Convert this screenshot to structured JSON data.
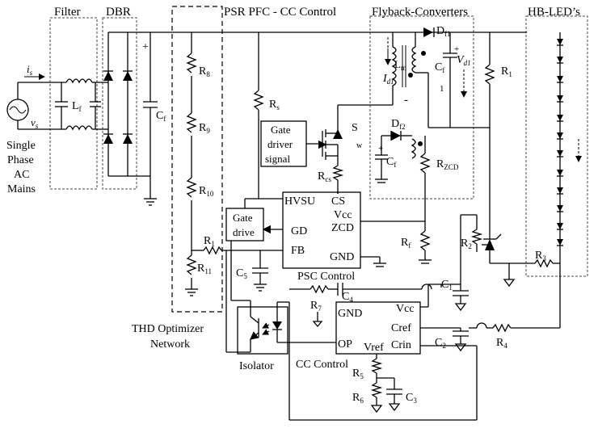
{
  "blocks": {
    "filter": "Filter",
    "dbr": "DBR",
    "psr": "PSR PFC - CC Control",
    "flyback": "Flyback-Converters",
    "hbled": "HB-LED’s",
    "thd_line1": "THD Optimizer",
    "thd_line2": "Network",
    "psc": "PSC Control",
    "cc": "CC Control",
    "isolator": "Isolator"
  },
  "source": {
    "line1": "Single",
    "line2": "Phase",
    "line3": "AC",
    "line4": "Mains",
    "is": "i",
    "is_sub": "s",
    "vs": "v",
    "vs_sub": "s"
  },
  "components": {
    "lf": "L",
    "lf_sub": "f",
    "cf_dbr": "C",
    "cf_dbr_sub": "f",
    "r8": "R",
    "r8_sub": "8",
    "r9": "R",
    "r9_sub": "9",
    "r10": "R",
    "r10_sub": "10",
    "r11": "R",
    "r11_sub": "11",
    "r1_fb": "R",
    "r1_fb_sub": "1",
    "rs": "R",
    "rs_sub": "s",
    "rcs": "R",
    "rcs_sub": "cs",
    "sw1": "S",
    "sw2": "w",
    "lm": "L",
    "lm_sub": "m",
    "id1": "I",
    "id1_sub": "d1",
    "df1": "D",
    "df1_sub": "f1",
    "df2": "D",
    "df2_sub": "f2",
    "cf_out": "C",
    "cf_out_sub": "f",
    "vd1": "V",
    "vd1_sub": "d1",
    "cf_aux": "C",
    "cf_aux_sub": "f",
    "rzcd": "R",
    "rzcd_sub": "ZCD",
    "rf": "R",
    "rf_sub": "f",
    "r1_led": "R",
    "r1_led_sub": "1",
    "r2": "R",
    "r2_sub": "2",
    "r3": "R",
    "r3_sub": "3",
    "c1": "C",
    "c1_sub": "1",
    "c2": "C",
    "c2_sub": "2",
    "c3": "C",
    "c3_sub": "3",
    "c4": "C",
    "c4_sub": "4",
    "c5": "C",
    "c5_sub": "5",
    "r4": "R",
    "r4_sub": "4",
    "r5": "R",
    "r5_sub": "5",
    "r6": "R",
    "r6_sub": "6",
    "r7": "R",
    "r7_sub": "7",
    "plus": "+",
    "minus": "-",
    "one": "1"
  },
  "driver": {
    "gate_signal_1": "Gate",
    "gate_signal_2": "driver",
    "gate_signal_3": "signal",
    "gate_drive_1": "Gate",
    "gate_drive_2": "drive"
  },
  "ic_pfc": {
    "hvsu": "HVSU",
    "cs": "CS",
    "vcc": "Vcc",
    "zcd": "ZCD",
    "gd": "GD",
    "fb": "FB",
    "gnd": "GND"
  },
  "ic_cc": {
    "gnd": "GND",
    "vcc": "Vcc",
    "cref": "Cref",
    "op": "OP",
    "vref": "Vref",
    "crin": "Crin"
  }
}
